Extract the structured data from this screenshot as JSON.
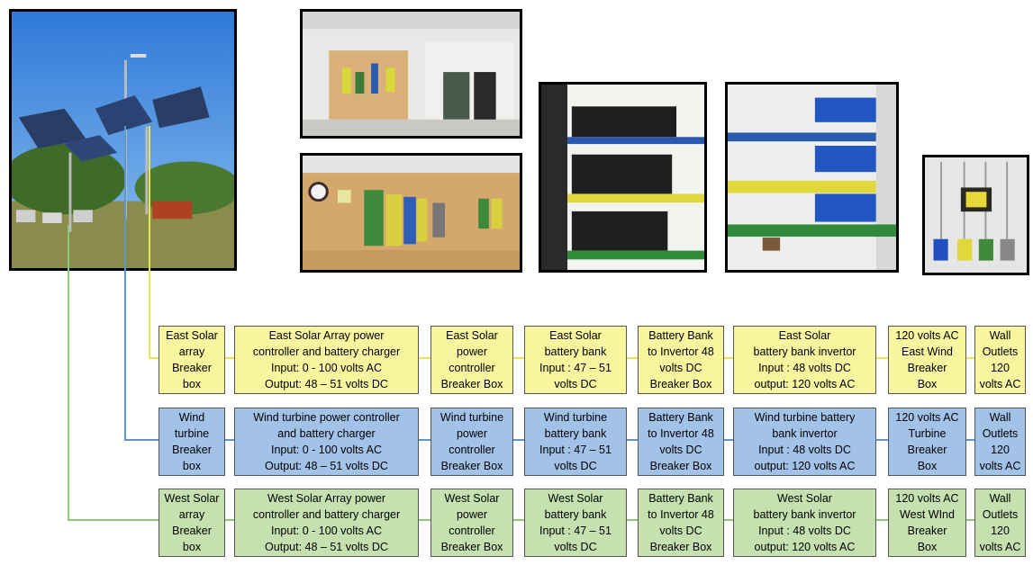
{
  "colors": {
    "east": "#f8f59e",
    "wind": "#a3c2e8",
    "west": "#c5e1b0",
    "east_line": "#e8e455",
    "wind_line": "#5f95c8",
    "west_line": "#8fc77a"
  },
  "rows": {
    "east": [
      "East Solar\narray\nBreaker\nbox",
      "East Solar Array power\ncontroller and battery charger\nInput: 0 - 100 volts AC\nOutput: 48 – 51 volts DC",
      "East Solar\npower\ncontroller\nBreaker Box",
      "East Solar\nbattery bank\nInput : 47 – 51\nvolts DC",
      "Battery Bank\nto Invertor 48\nvolts DC\nBreaker Box",
      "East Solar\nbattery bank invertor\nInput : 48  volts DC\noutput: 120 volts AC",
      "120 volts AC\nEast Wind\nBreaker\nBox",
      "Wall\nOutlets\n120\nvolts AC"
    ],
    "wind": [
      "Wind\nturbine\nBreaker\nbox",
      "Wind turbine power controller\nand battery charger\nInput: 0 - 100 volts AC\nOutput: 48 – 51 volts DC",
      "Wind turbine\npower\ncontroller\nBreaker Box",
      "Wind turbine\nbattery bank\nInput : 47 – 51\nvolts DC",
      "Battery Bank\nto Invertor 48\nvolts DC\nBreaker Box",
      "Wind turbine battery\nbank invertor\nInput : 48  volts DC\noutput: 120 volts AC",
      "120 volts AC\nTurbine\nBreaker\nBox",
      "Wall\nOutlets\n120\nvolts AC"
    ],
    "west": [
      "West Solar\narray\nBreaker\nbox",
      "West Solar Array power\ncontroller and battery charger\nInput: 0 - 100 volts AC\nOutput: 48 – 51 volts DC",
      "West Solar\npower\ncontroller\nBreaker Box",
      "West Solar\nbattery bank\nInput : 47 – 51\nvolts DC",
      "Battery Bank\nto Invertor 48\nvolts DC\nBreaker Box",
      "West Solar\nbattery bank invertor\nInput : 48  volts DC\noutput: 120 volts AC",
      "120 volts AC\nWest WInd\nBreaker\nBox",
      "Wall\nOutlets\n120\nvolts AC"
    ]
  }
}
